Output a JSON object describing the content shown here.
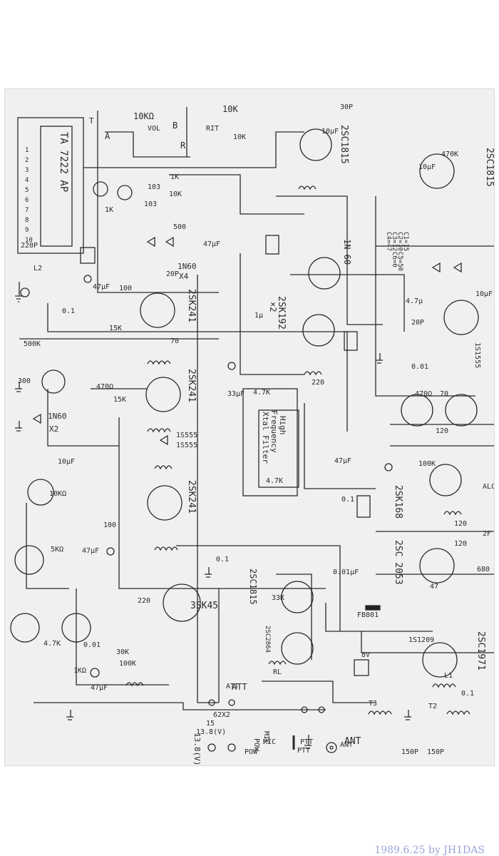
{
  "schematic": {
    "ic": {
      "part": "TA 7222 AP",
      "pins": [
        "1",
        "2",
        "3",
        "4",
        "5",
        "6",
        "7",
        "8",
        "9",
        "10"
      ]
    },
    "controls": {
      "vol": "10KΩ",
      "vol_label": "VOL",
      "rit": "10K",
      "rit_label": "RIT",
      "switch_a": "A",
      "switch_b": "B",
      "switch_r": "R",
      "switch_t": "T"
    },
    "transistors": [
      {
        "id": "q_2sc1815_top",
        "label": "2SC1815"
      },
      {
        "id": "q_2sc1815_right",
        "label": "2SC1815"
      },
      {
        "id": "q_2sk192",
        "label": "2SK192",
        "extra": "×2"
      },
      {
        "id": "q_2sk241_a",
        "label": "2SK241"
      },
      {
        "id": "q_2sk241_b",
        "label": "2SK241"
      },
      {
        "id": "q_2sk241_c",
        "label": "2SK241"
      },
      {
        "id": "q_3sk45",
        "label": "3SK45"
      },
      {
        "id": "q_2sk168",
        "label": "2SK168"
      },
      {
        "id": "q_2sc2053",
        "label": "2SC 2053"
      },
      {
        "id": "q_2sc1971",
        "label": "2SC1971"
      },
      {
        "id": "q_2sc1815_mid",
        "label": "2SC1815"
      },
      {
        "id": "q_2sc2864",
        "label": "2SC2864"
      }
    ],
    "diodes": [
      {
        "label": "1N60",
        "extra": "X4"
      },
      {
        "label": "1N60",
        "extra": "X2"
      },
      {
        "label": "1N 60"
      },
      {
        "label": "1S555"
      },
      {
        "label": "1S555"
      },
      {
        "label": "1S1555"
      },
      {
        "label": "1S1209"
      }
    ],
    "filter": {
      "line1": "High",
      "line2": "Frequency",
      "line3": "Xtal Filter"
    },
    "crystal_box": {
      "lines": [
        "C1=15",
        "C2=10",
        "C5=50",
        "C3=12",
        "C6=0",
        "C4=47"
      ]
    },
    "components": [
      "10K",
      "10K",
      "1K",
      "1K",
      "103",
      "103",
      "500",
      "100",
      "100",
      "47",
      "47μF",
      "47μF",
      "47μF",
      "47μF",
      "47μF",
      "33μF",
      "0.1",
      "0.1",
      "0.1",
      "0.1",
      "0.01",
      "0.01",
      "0.01μF",
      "10μF",
      "10μF",
      "10μF",
      "10μF",
      "20P",
      "20P",
      "30P",
      "150P",
      "150P",
      "500K",
      "300",
      "15K",
      "15K",
      "470Ω",
      "470Ω",
      "4.7K",
      "4.7K",
      "4.7K",
      "5KΩ",
      "10KΩ",
      "1KΩ",
      "30K",
      "33K",
      "100K",
      "100K",
      "220",
      "220",
      "8V",
      "680",
      "220P",
      "1μ",
      "L1",
      "T2",
      "T3",
      "L2",
      "FB801",
      "RL",
      "62X2",
      "15",
      "13.8(V)",
      "MIC",
      "PTT",
      "POW",
      "ANT",
      "ATT",
      "ALC",
      "2F",
      "470K",
      "4.7μ",
      "70",
      "70",
      "120",
      "120",
      "120"
    ],
    "connectors": {
      "ant": "ANT",
      "mic": "MIC",
      "ptt": "PTT",
      "pow": "POW",
      "supply": "13.8(V)",
      "att": "ATT"
    }
  },
  "credit": "1989.6.25 by JH1DAS"
}
